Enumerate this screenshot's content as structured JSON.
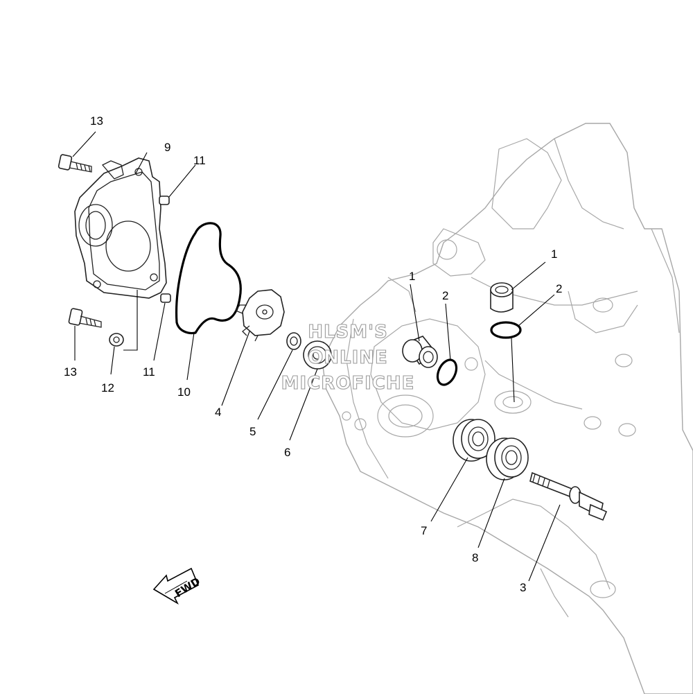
{
  "diagram": {
    "callouts": {
      "c1a": "1",
      "c1b": "1",
      "c2a": "2",
      "c2b": "2",
      "c3": "3",
      "c4": "4",
      "c5": "5",
      "c6": "6",
      "c7": "7",
      "c8": "8",
      "c9": "9",
      "c10": "10",
      "c11a": "11",
      "c11b": "11",
      "c12": "12",
      "c13a": "13",
      "c13b": "13"
    },
    "watermark": {
      "line1": "HLSM'S",
      "line2": "ONLINE",
      "line3": "MICROFICHE"
    },
    "fwd_label": "FWD",
    "colors": {
      "line": "#000000",
      "engine_outline": "#a7a7a7",
      "watermark_outline": "#9a9a9a",
      "background": "#ffffff"
    }
  }
}
